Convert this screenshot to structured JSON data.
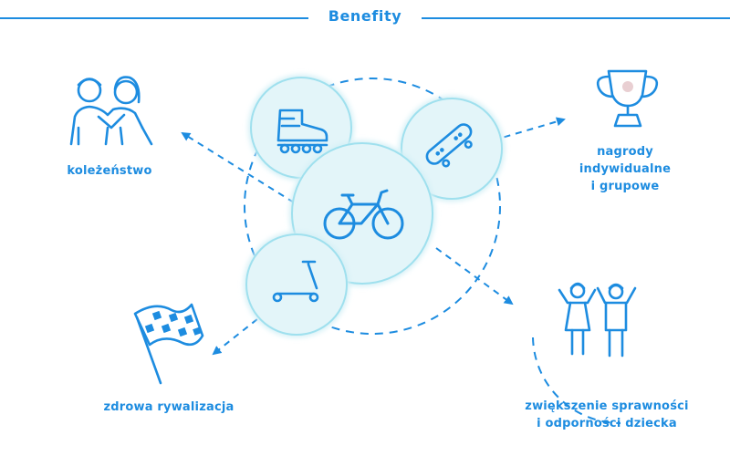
{
  "header": {
    "title": "Benefity"
  },
  "benefits": {
    "friendship": "koleżeństwo",
    "awards": [
      "nagrody",
      "indywidualne",
      "i grupowe"
    ],
    "competition": "zdrowa rywalizacja",
    "fitness": [
      "zwiększenie sprawności",
      "i odporności dziecka"
    ]
  },
  "colors": {
    "accent": "#1d8ce0",
    "circle_fill": "#e3f5f9",
    "circle_stroke": "#9fe0ee",
    "circle_glow": "#d4f0f6"
  },
  "icons": {
    "center": "bicycle-icon",
    "top_left": "inline-skate-icon",
    "top_right": "skateboard-icon",
    "bottom_left": "scooter-icon",
    "friendship": "friends-icon",
    "awards": "trophy-icon",
    "competition": "checkered-flag-icon",
    "fitness": "cheering-kids-icon"
  }
}
